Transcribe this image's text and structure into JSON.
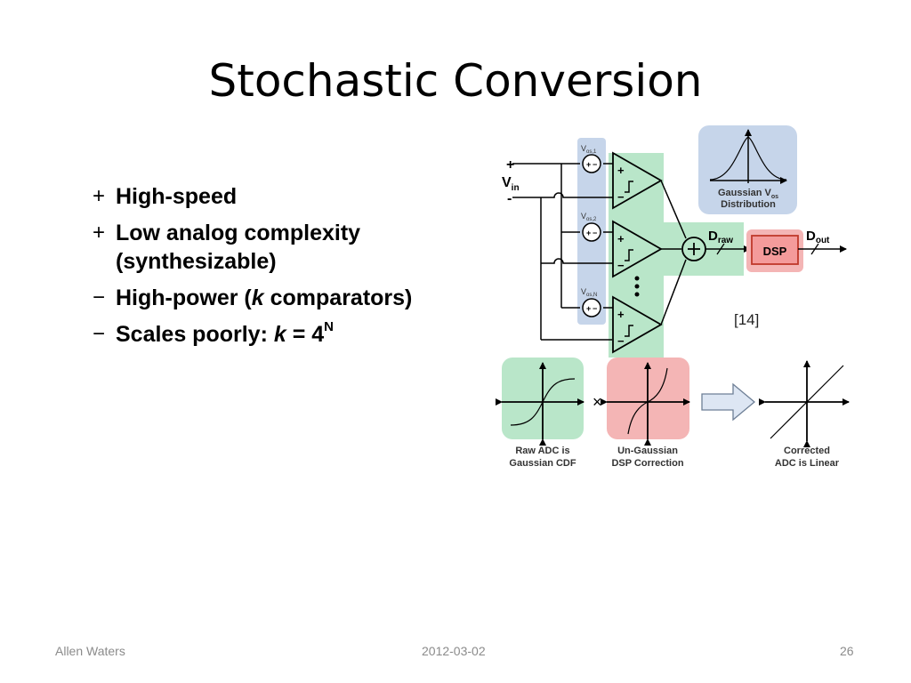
{
  "slide": {
    "title": "Stochastic Conversion"
  },
  "bullets": [
    {
      "mark": "+",
      "text": "High-speed"
    },
    {
      "mark": "+",
      "text": "Low analog complexity (synthesizable)"
    },
    {
      "mark": "−",
      "text_a": "High-power (",
      "text_k": "k",
      "text_b": " comparators)"
    },
    {
      "mark": "−",
      "text_a": "Scales poorly: ",
      "text_k": "k",
      "text_b": " = 4",
      "sup": "N"
    }
  ],
  "diagram": {
    "vin_plus": "+",
    "vin_label": "V",
    "vin_sub": "in",
    "vin_minus": "-",
    "vos1_label": "V",
    "vos1_sub": "os,1",
    "vos2_label": "V",
    "vos2_sub": "os,2",
    "vosN_label": "V",
    "vosN_sub": "os,N",
    "gauss_line1": "Gaussian V",
    "gauss_line1_sub": "os",
    "gauss_line2": "Distribution",
    "draw_label": "D",
    "draw_sub": "raw",
    "dsp_label": "DSP",
    "dout_label": "D",
    "dout_sub": "out",
    "citation": "[14]",
    "times_symbol": "×",
    "caption1_line1": "Raw ADC is",
    "caption1_line2": "Gaussian CDF",
    "caption2_line1": "Un-Gaussian",
    "caption2_line2": "DSP Correction",
    "caption3_line1": "Corrected",
    "caption3_line2": "ADC is Linear",
    "colors": {
      "green_panel": "#b9e6c9",
      "blue_panel": "#c6d5ea",
      "red_panel": "#f4b5b5",
      "dsp_fill": "#f49b9b",
      "dsp_stroke": "#c0392b",
      "arrow_fill": "#dde6f3"
    }
  },
  "footer": {
    "author": "Allen Waters",
    "date": "2012-03-02",
    "page": "26"
  }
}
